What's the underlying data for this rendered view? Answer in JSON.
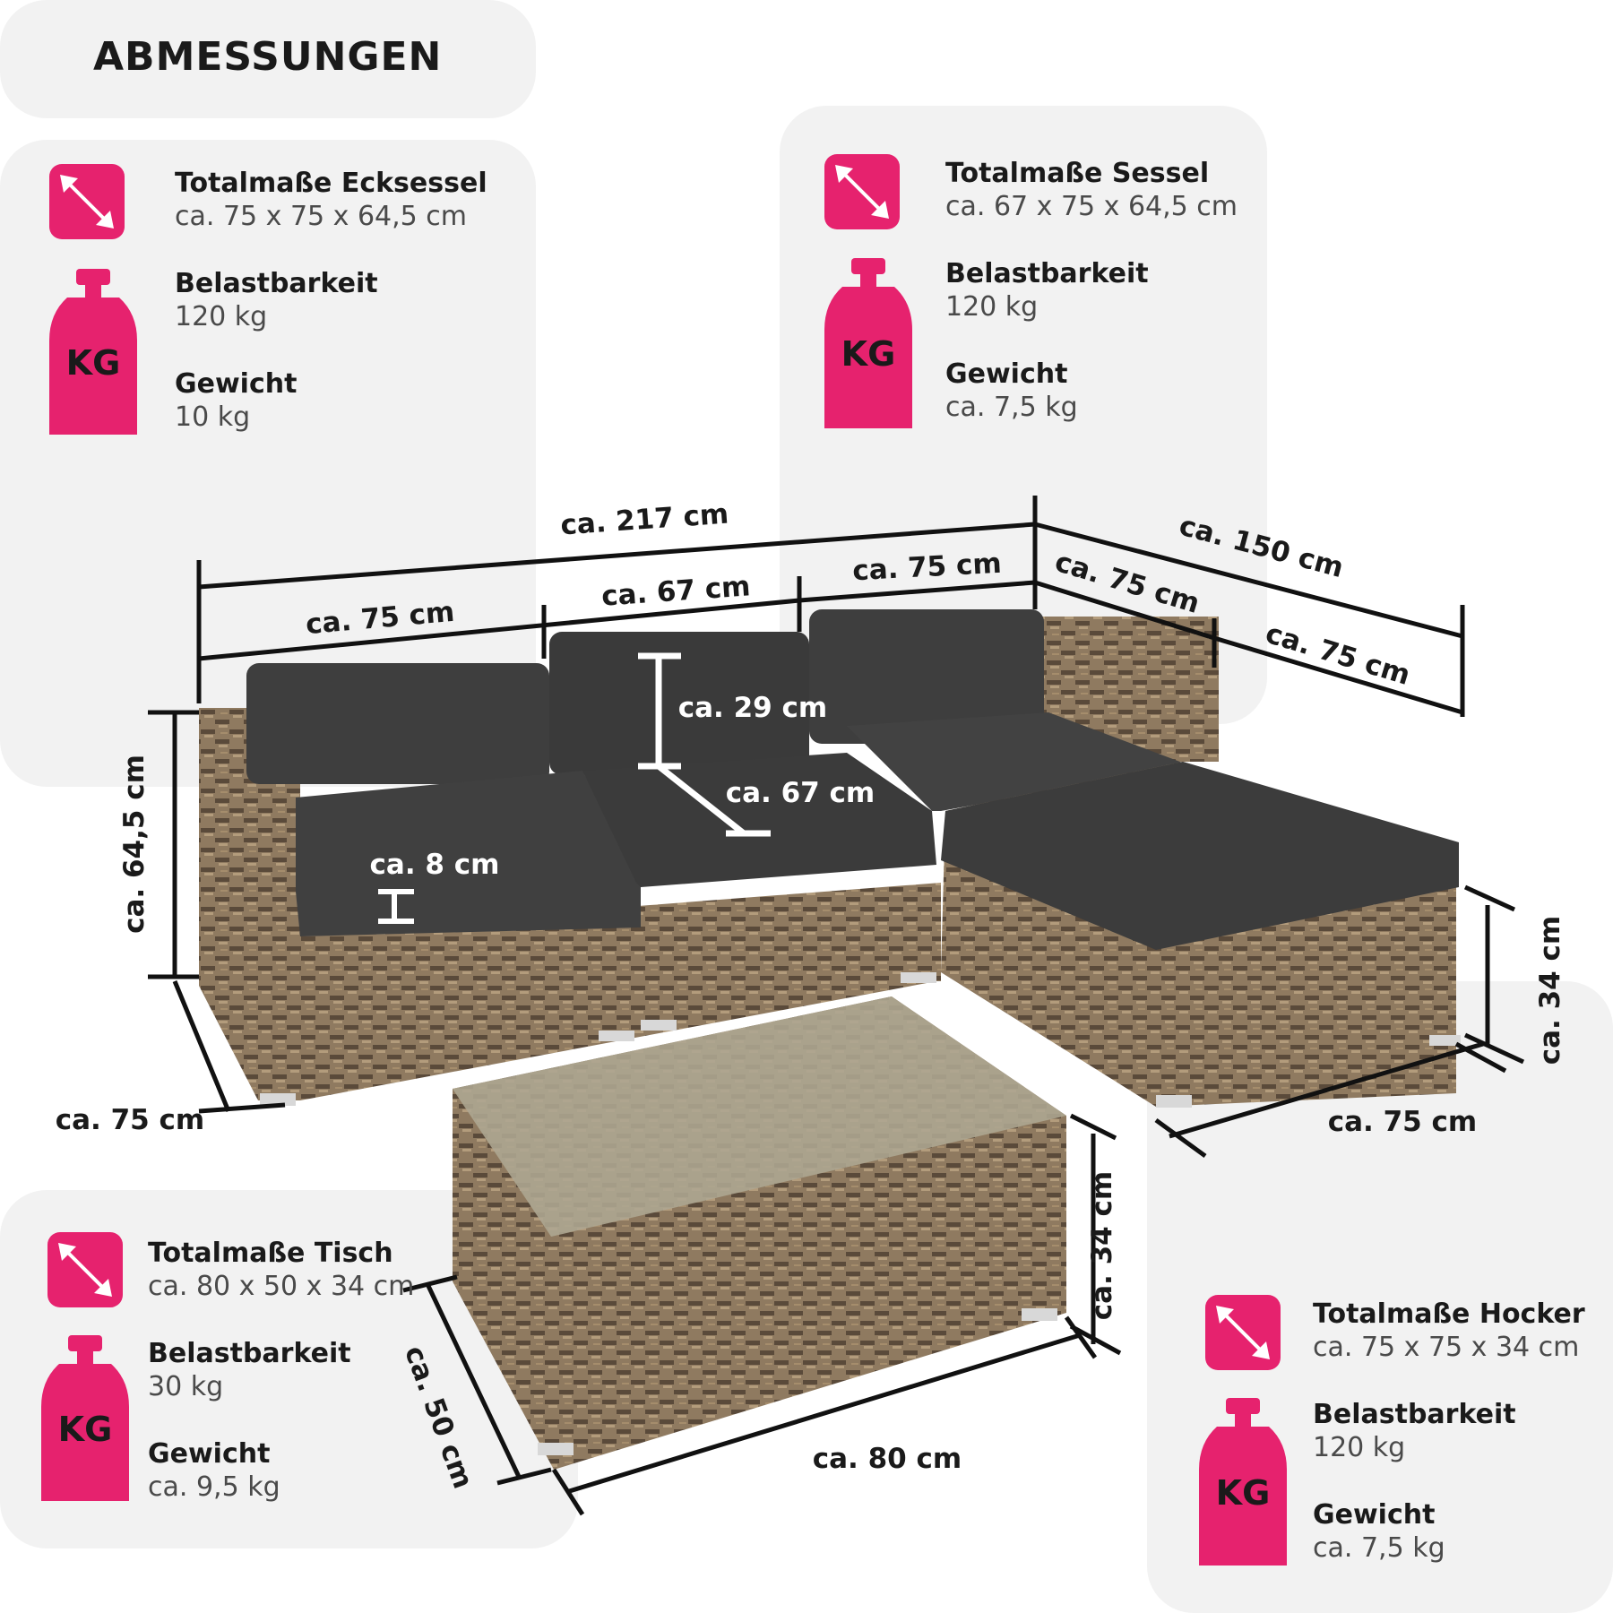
{
  "title": "ABMESSUNGEN",
  "icons": {
    "size": "diagonal-arrows-icon",
    "weight": "kg-weight-icon",
    "weight_text": "KG"
  },
  "colors": {
    "accent": "#e6226e",
    "panel": "#f2f2f2",
    "cushion": "#3e3e3e",
    "rattan": "#8a7258"
  },
  "panels": {
    "ecksessel": {
      "size_label": "Totalmaße Ecksessel",
      "size_value": "ca. 75 x 75 x 64,5 cm",
      "load_label": "Belastbarkeit",
      "load_value": "120 kg",
      "weight_label": "Gewicht",
      "weight_value": "10 kg"
    },
    "sessel": {
      "size_label": "Totalmaße Sessel",
      "size_value": "ca. 67 x 75 x 64,5 cm",
      "load_label": "Belastbarkeit",
      "load_value": "120 kg",
      "weight_label": "Gewicht",
      "weight_value": "ca. 7,5 kg"
    },
    "tisch": {
      "size_label": "Totalmaße Tisch",
      "size_value": "ca. 80 x 50 x 34 cm",
      "load_label": "Belastbarkeit",
      "load_value": "30 kg",
      "weight_label": "Gewicht",
      "weight_value": "ca. 9,5 kg"
    },
    "hocker": {
      "size_label": "Totalmaße Hocker",
      "size_value": "ca. 75 x 75 x 34 cm",
      "load_label": "Belastbarkeit",
      "load_value": "120 kg",
      "weight_label": "Gewicht",
      "weight_value": "ca. 7,5 kg"
    }
  },
  "dimensions": {
    "total_length": "ca. 217 cm",
    "seat1_width": "ca. 75 cm",
    "seat2_width": "ca. 67 cm",
    "seat3_width": "ca. 75 cm",
    "total_depth": "ca. 150 cm",
    "corner_depth": "ca. 75 cm",
    "stool_depth": "ca. 75 cm",
    "backrest_height": "ca. 29 cm",
    "seat_depth": "ca. 67 cm",
    "cushion_thickness": "ca. 8 cm",
    "sofa_height": "ca. 64,5 cm",
    "sofa_depth": "ca. 75 cm",
    "stool_height": "ca. 34 cm",
    "stool_width": "ca. 75 cm",
    "table_height": "ca. 34 cm",
    "table_depth": "ca. 50 cm",
    "table_width": "ca. 80 cm"
  }
}
